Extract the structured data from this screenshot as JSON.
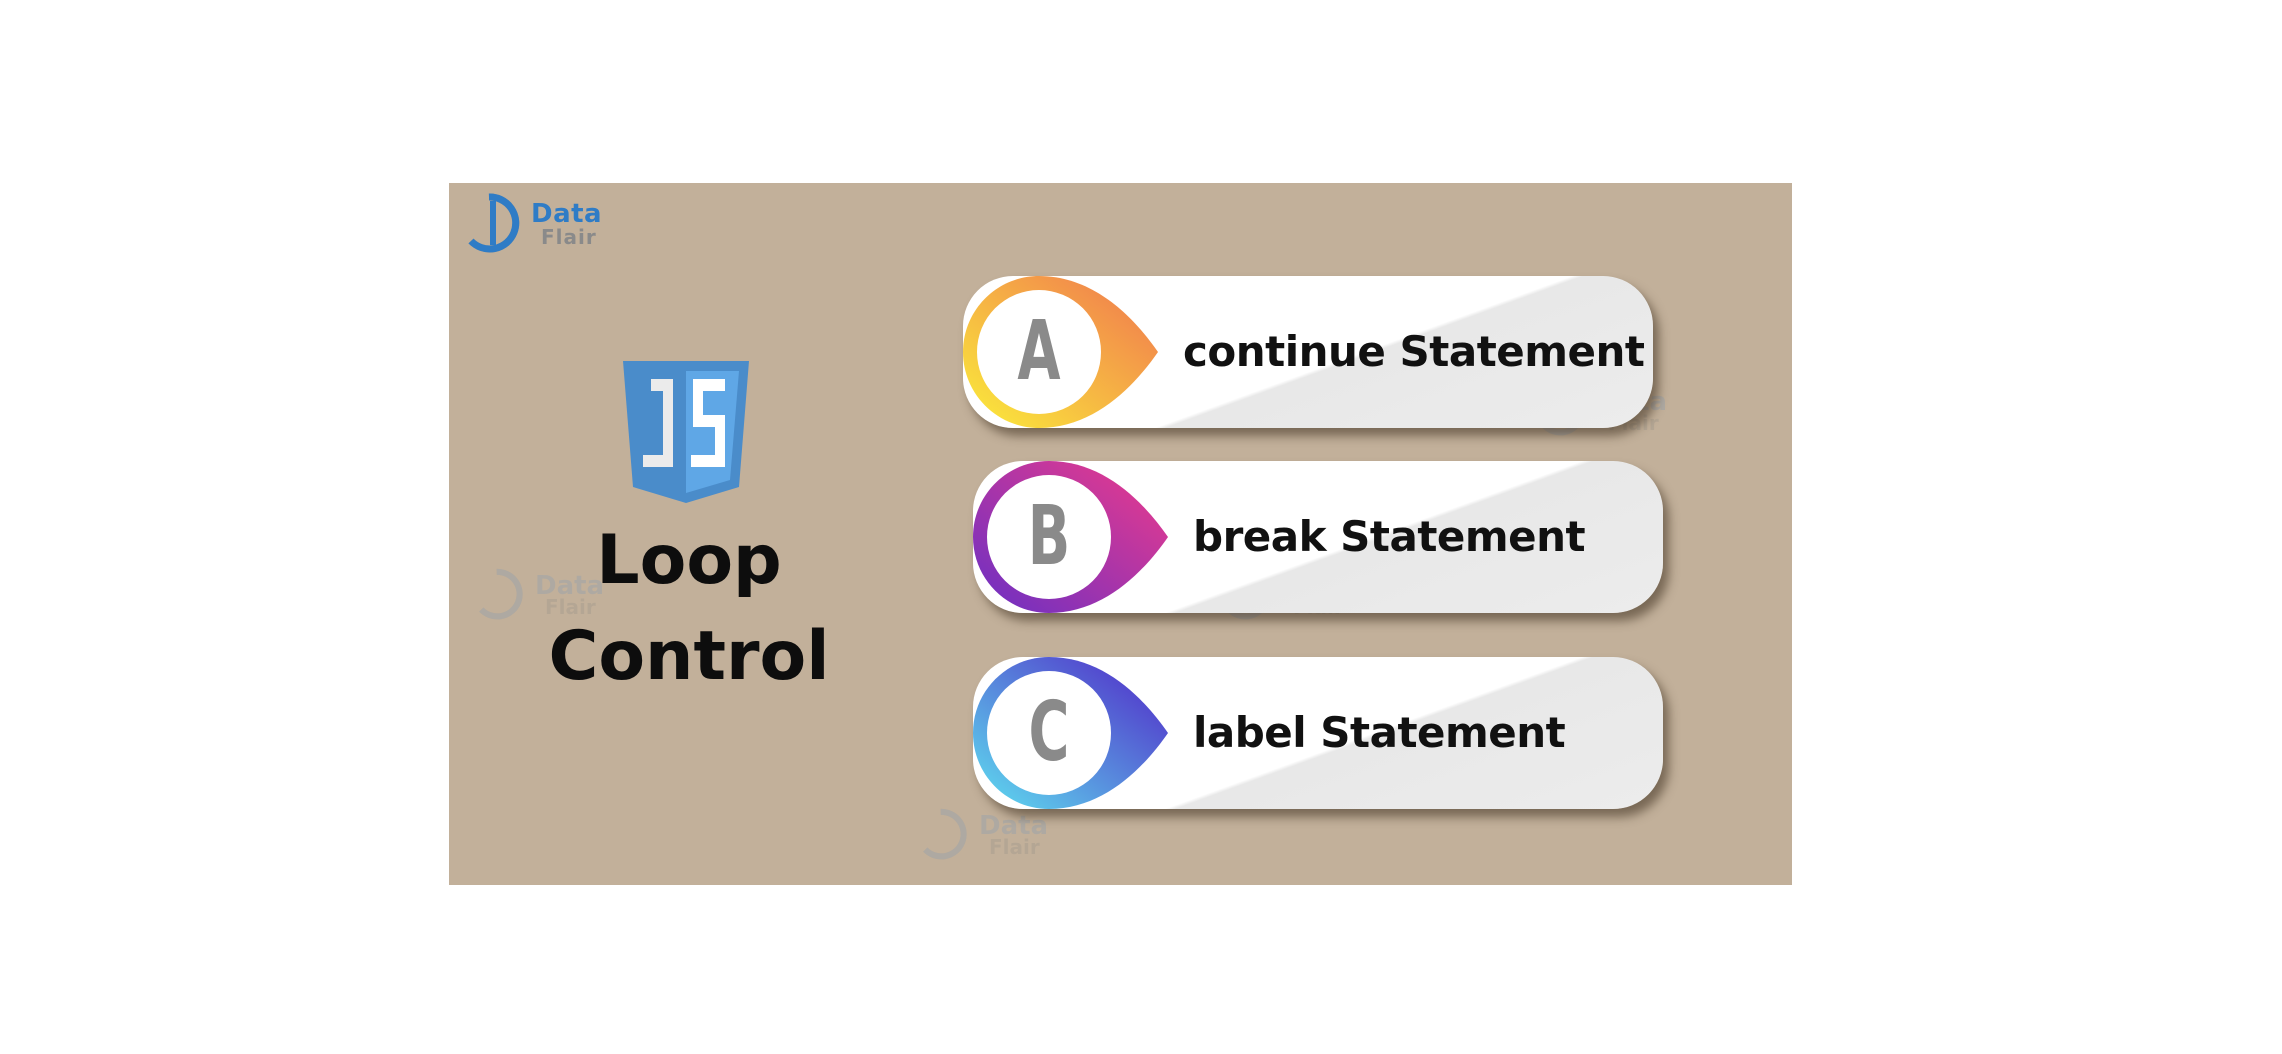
{
  "brand": {
    "line1": "Data",
    "line2": "Flair",
    "primary_color": "#2f7cc6",
    "secondary_color": "#8a8a8a"
  },
  "background_color": "#c2b09a",
  "js_logo": {
    "icon": "javascript-shield-icon",
    "text": "JS",
    "color": "#4a90d0"
  },
  "title": {
    "line1": "Loop",
    "line2": "Control"
  },
  "items": [
    {
      "letter": "A",
      "label": "continue Statement",
      "gradient": [
        "#fbe53c",
        "#f27d4e"
      ]
    },
    {
      "letter": "B",
      "label": "break Statement",
      "gradient": [
        "#7b2fc2",
        "#ea3a8f"
      ]
    },
    {
      "letter": "C",
      "label": "label Statement",
      "gradient": [
        "#59d6ef",
        "#5a26c8"
      ]
    }
  ]
}
